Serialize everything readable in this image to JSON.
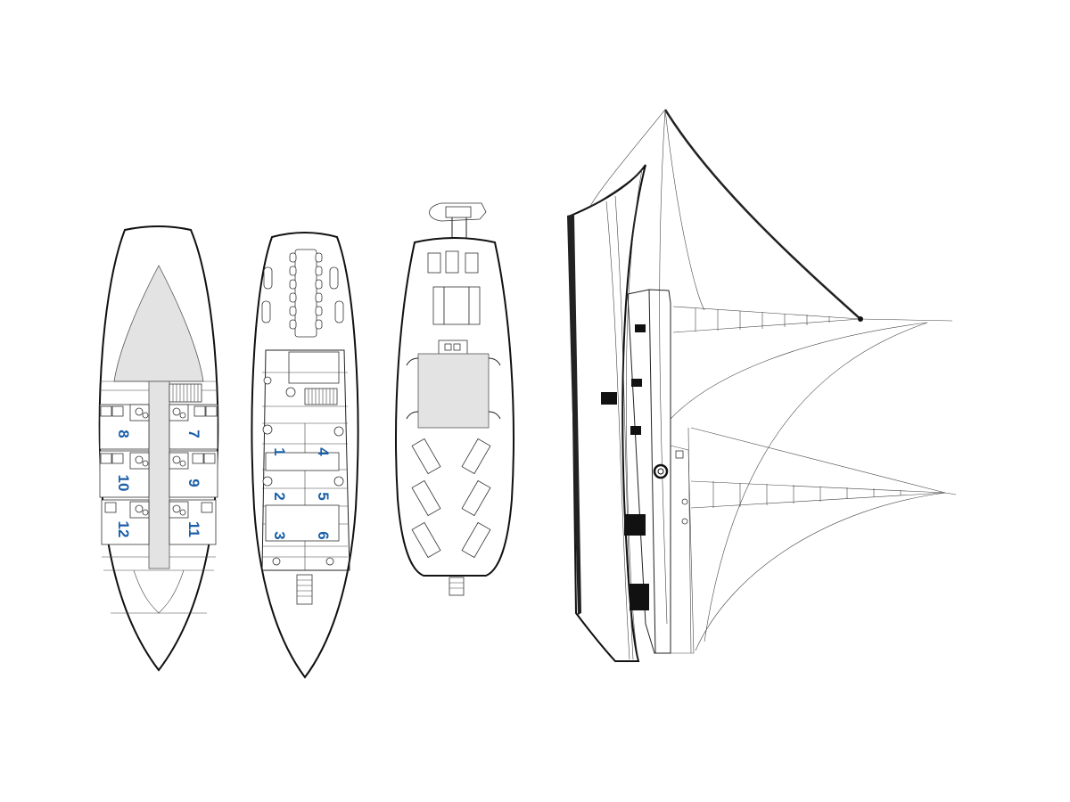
{
  "diagram": {
    "lower_deck": {
      "cabins": [
        "8",
        "7",
        "10",
        "9",
        "12",
        "11"
      ]
    },
    "main_deck": {
      "cabins": [
        "1",
        "4",
        "2",
        "5",
        "3",
        "6"
      ]
    },
    "upper_deck": {},
    "side_profile": {}
  },
  "colors": {
    "cabin_number": "#1a5fa8",
    "shaded_area": "#e3e3e3",
    "outline": "#111111"
  }
}
